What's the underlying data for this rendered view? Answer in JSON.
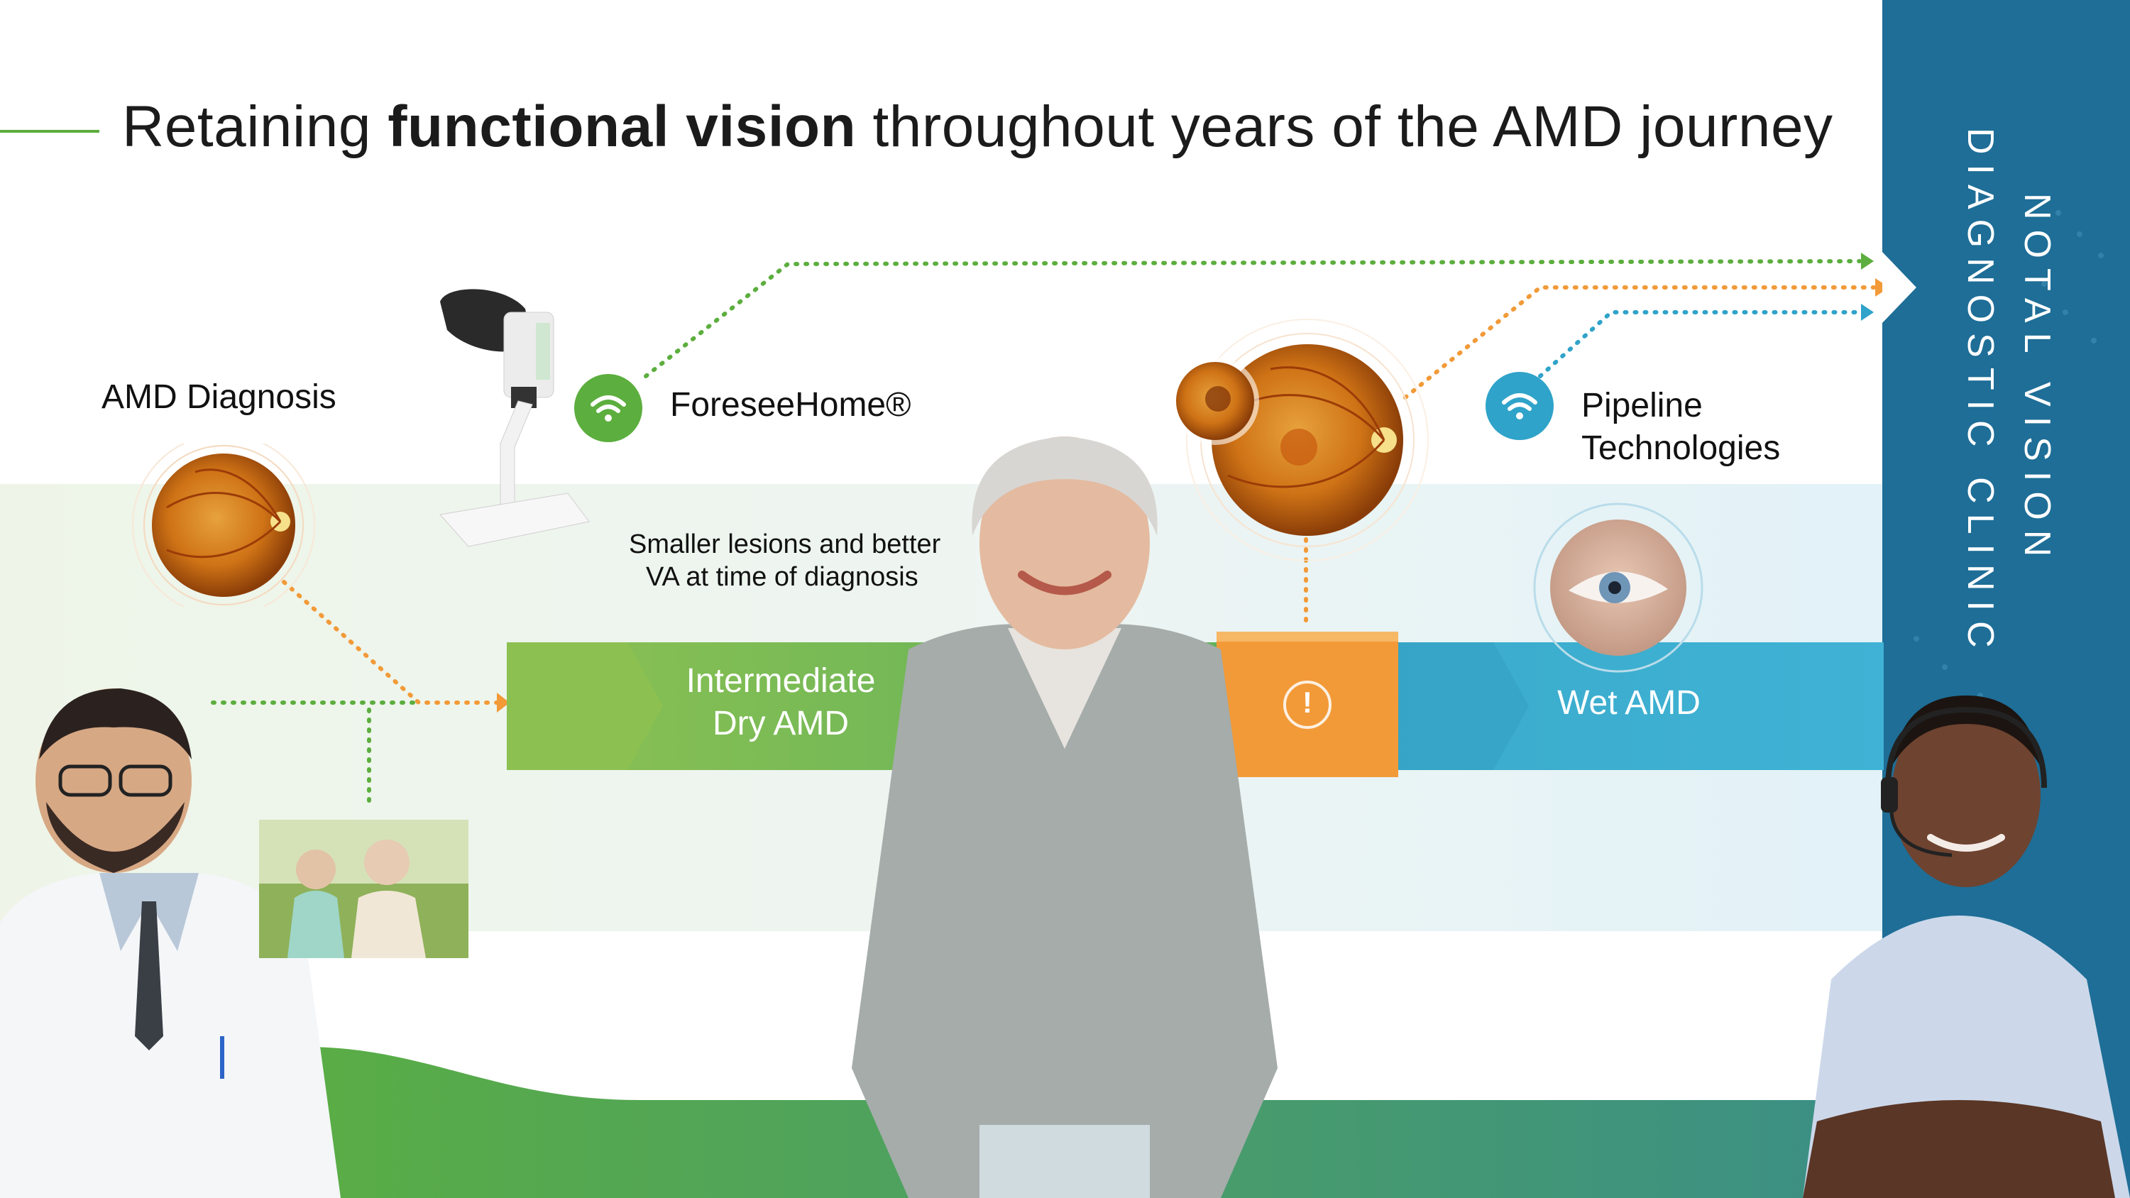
{
  "title": {
    "prefix": "Retaining ",
    "bold": "functional vision",
    "suffix": " throughout years of the AMD journey"
  },
  "labels": {
    "amd_diagnosis": "AMD Diagnosis",
    "foresee_home": "ForeseeHome®",
    "pipeline_line1": "Pipeline",
    "pipeline_line2": "Technologies",
    "lesions_line1": "Smaller lesions and better",
    "lesions_line2": "VA at time of diagnosis",
    "intermediate_line1": "Intermediate",
    "intermediate_line2": "Dry AMD",
    "alert_symbol": "!",
    "wet_amd": "Wet AMD",
    "clinic_line1": "NOTAL VISION",
    "clinic_line2": "DIAGNOSTIC CLINIC"
  },
  "icons": {
    "foresee_wifi": "wifi-icon",
    "pipeline_wifi": "wifi-icon",
    "alert": "exclamation-icon"
  },
  "colors": {
    "green": "#5cae3e",
    "light_green": "#8cc152",
    "orange": "#f29a38",
    "blue": "#2fa3c9",
    "dark_blue": "#1a6a94"
  }
}
